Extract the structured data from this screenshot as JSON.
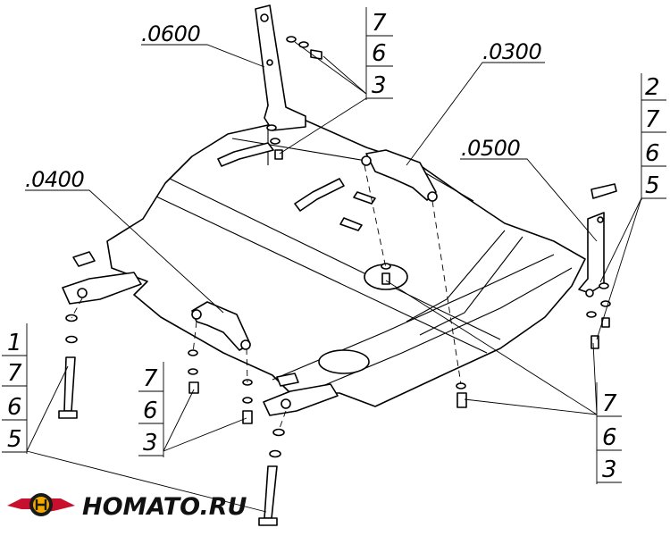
{
  "drawing": {
    "part_codes": {
      "bracket_top_left": ".0600",
      "bracket_top_center": ".0300",
      "bracket_right": ".0500",
      "bracket_left": ".0400"
    },
    "callouts": {
      "top_stack": [
        "7",
        "6",
        "3"
      ],
      "right_stack": [
        "2",
        "7",
        "6",
        "5"
      ],
      "left_stack": [
        "1",
        "7",
        "6",
        "5"
      ],
      "lower_center_stack": [
        "7",
        "6",
        "3"
      ],
      "lower_right_stack": [
        "7",
        "6",
        "3"
      ]
    }
  },
  "brand": {
    "name": "HOMATO.RU",
    "accent_color": "#c8102e",
    "logo_icon": "car-emblem-icon"
  }
}
